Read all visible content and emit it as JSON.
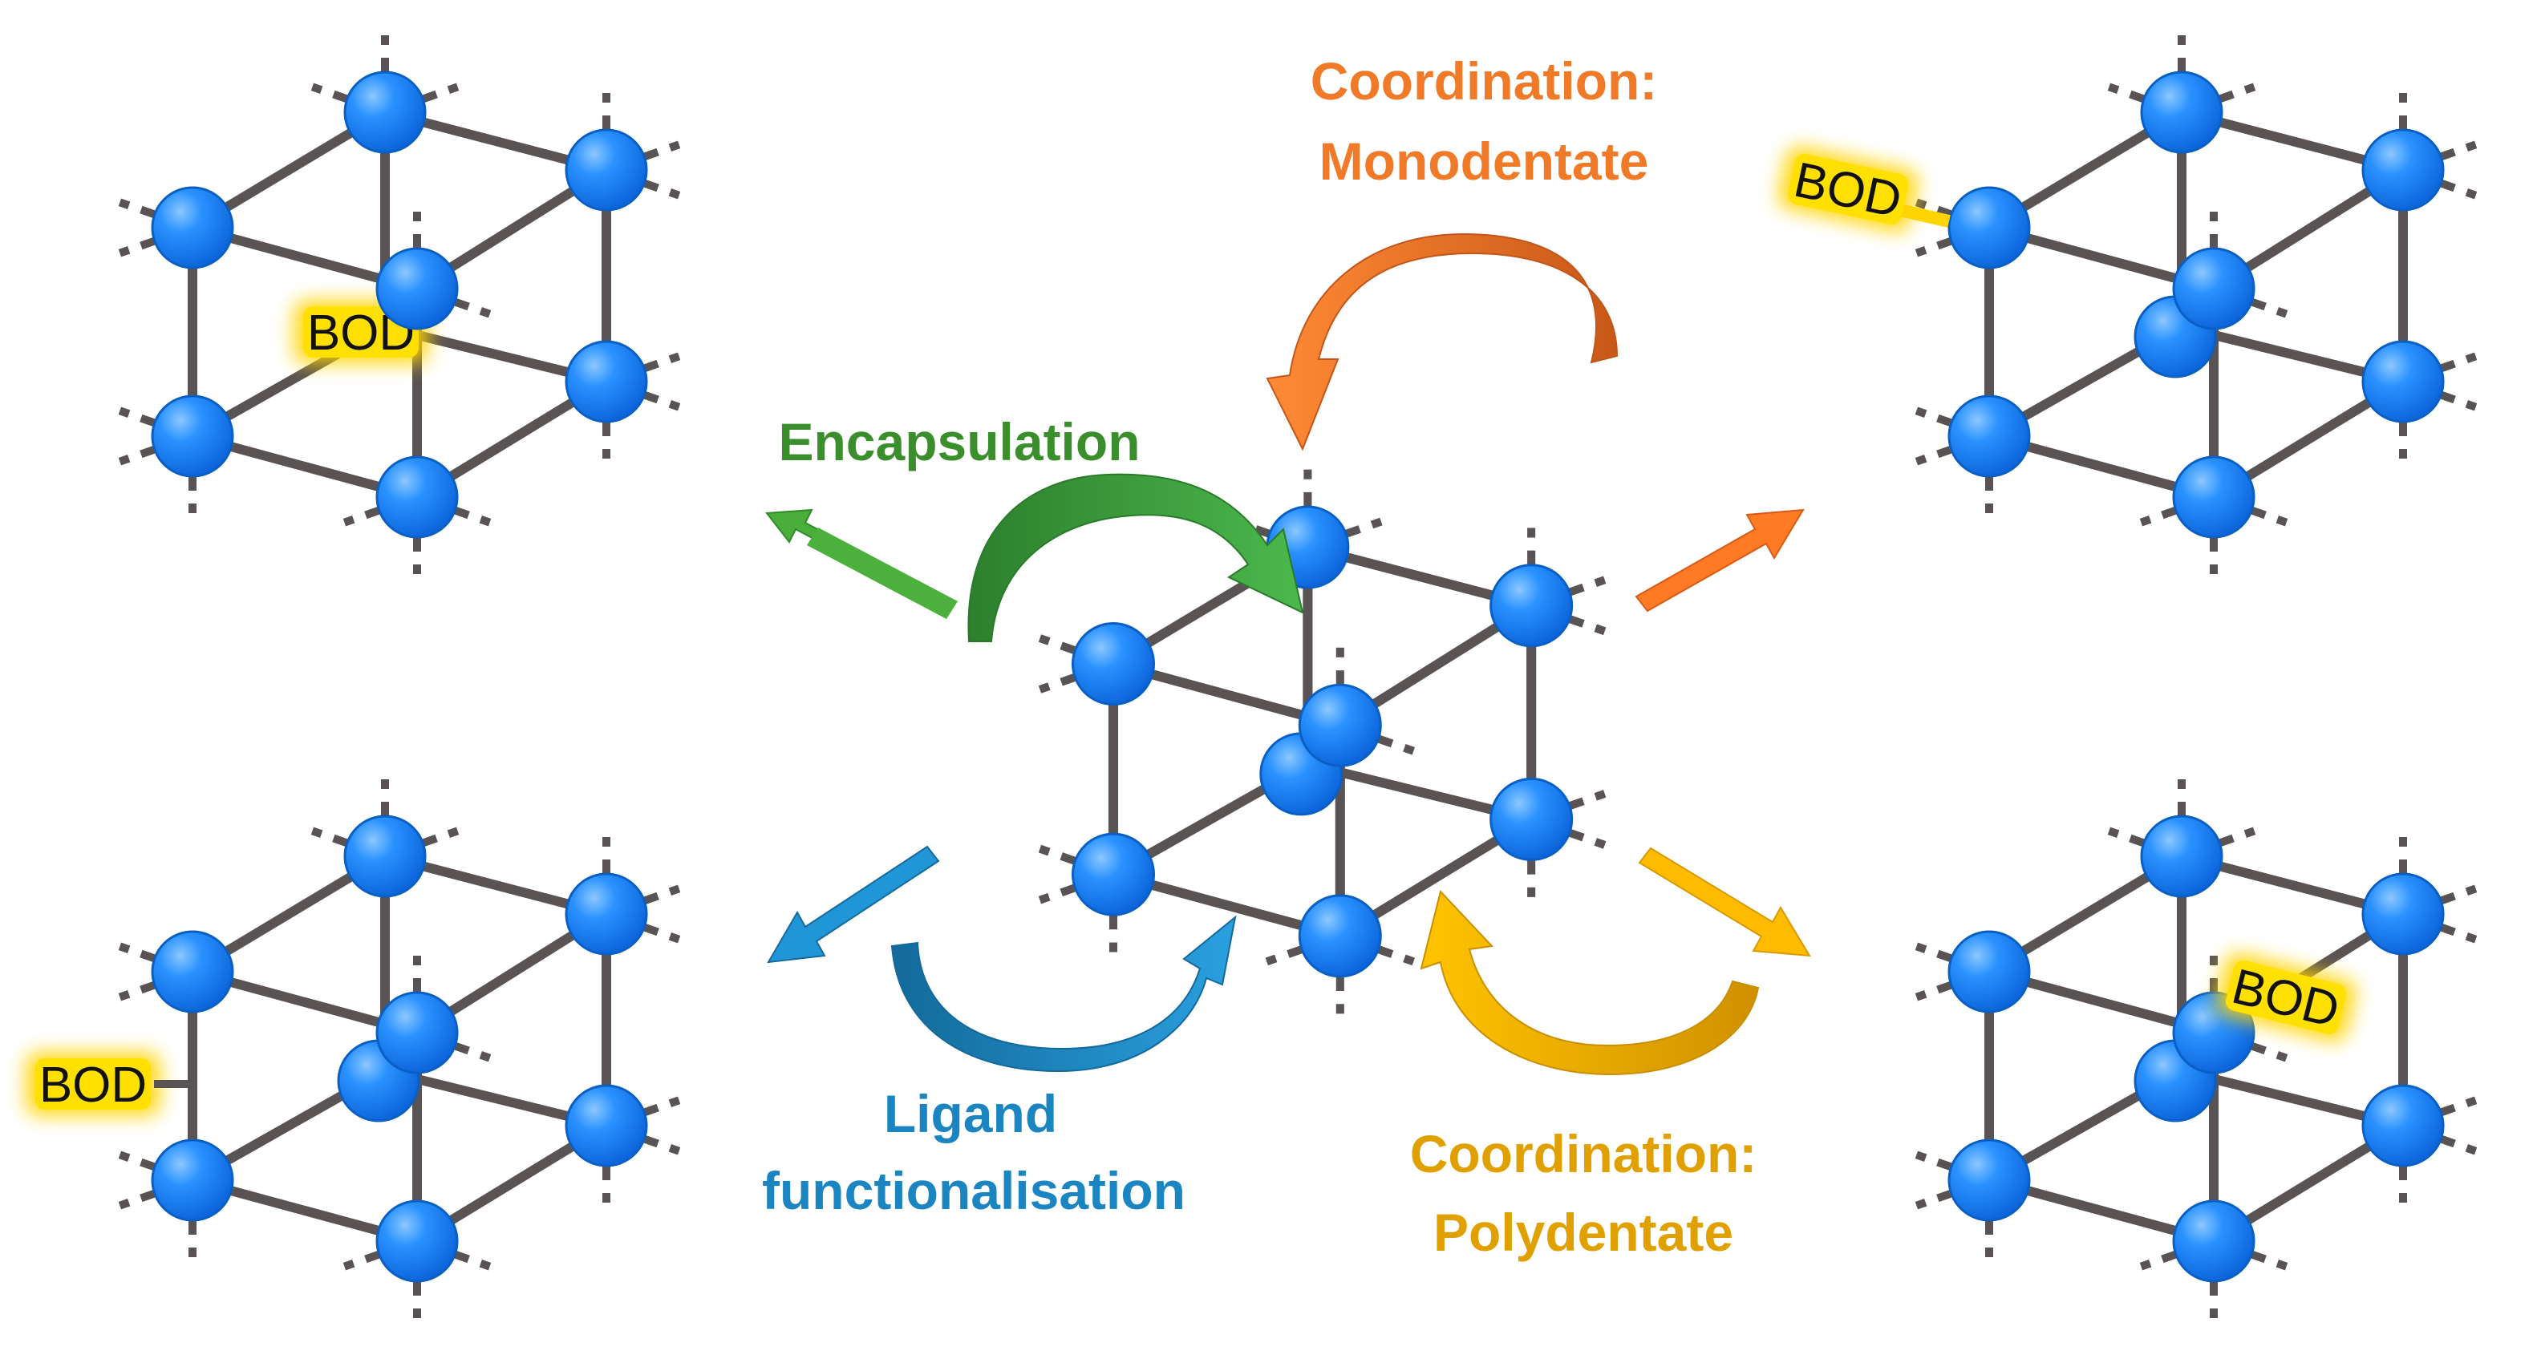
{
  "labels": {
    "encapsulation": "Encapsulation",
    "coordination_mono_line1": "Coordination:",
    "coordination_mono_line2": "Monodentate",
    "ligand_line1": "Ligand",
    "ligand_line2": "functionalisation",
    "coordination_poly_line1": "Coordination:",
    "coordination_poly_line2": "Polydentate"
  },
  "bod": "BOD",
  "colors": {
    "node": "#1a86ff",
    "node_stroke": "#0a5fc4",
    "bond": "#5a5353",
    "bod_glow": "#ffd400",
    "encapsulation": "#3a9a3a",
    "monodentate": "#f07a28",
    "ligand": "#1a85c0",
    "polydentate": "#f0b000"
  }
}
